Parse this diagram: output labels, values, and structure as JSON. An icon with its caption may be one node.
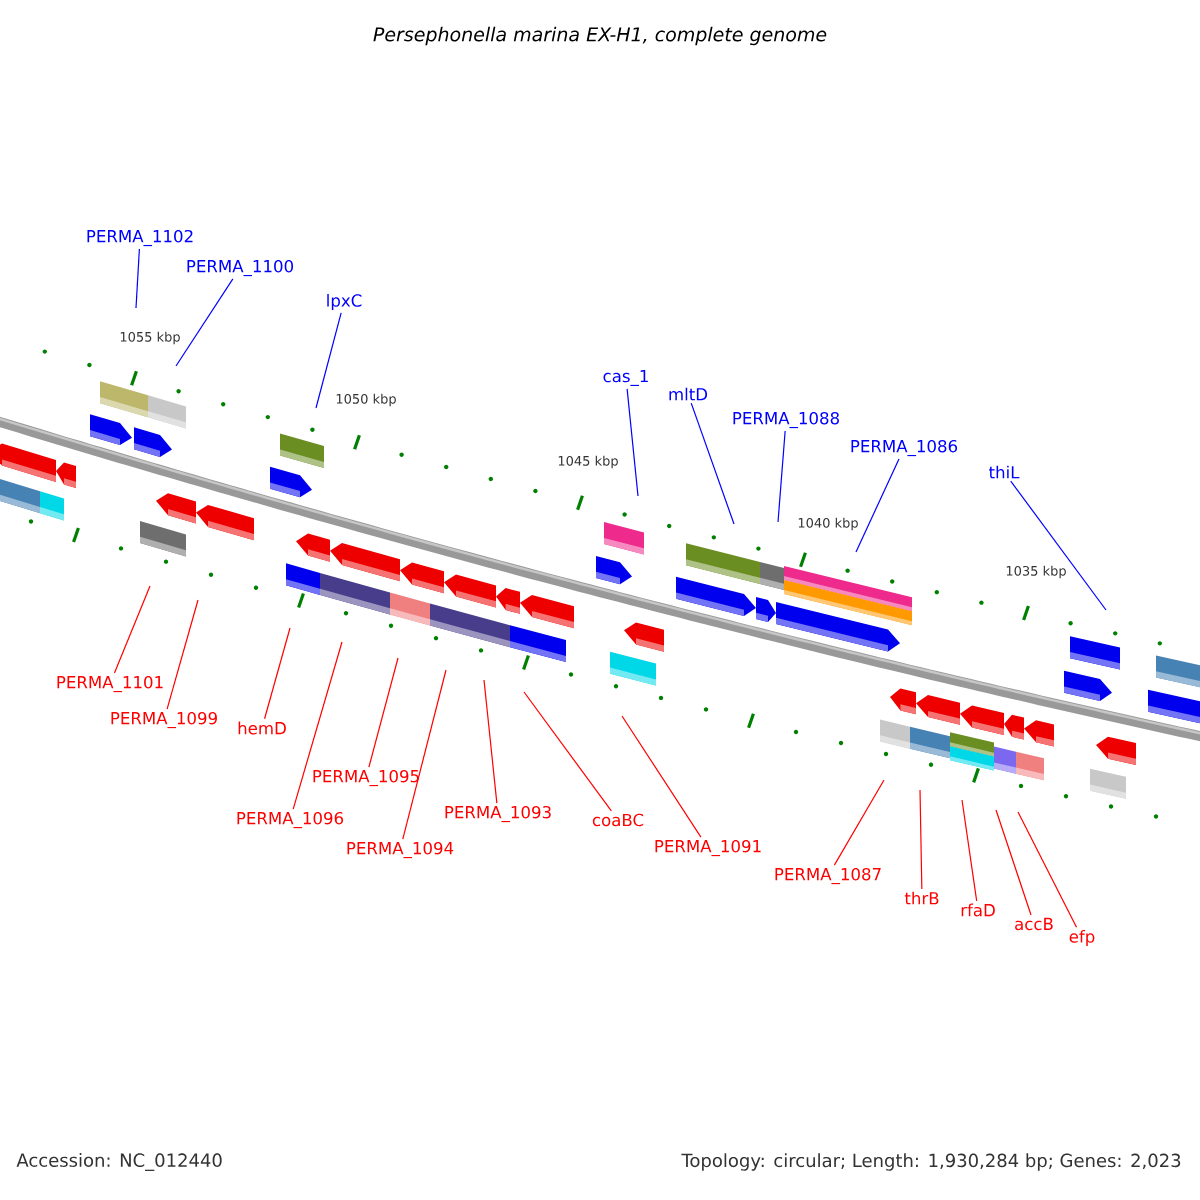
{
  "diagram": {
    "title": "Persephonella marina EX-H1, complete genome",
    "nodes": [
      {
        "text": [
          "PERMA_1102"
        ]
      },
      {
        "text": [
          "PERMA_1100"
        ]
      },
      {
        "text": [
          "lpxC"
        ]
      },
      {
        "text": [
          "cas_1"
        ]
      },
      {
        "text": [
          "mltD"
        ]
      },
      {
        "text": [
          "PERMA_1088"
        ]
      },
      {
        "text": [
          "PERMA_1086"
        ]
      },
      {
        "text": [
          "thiL"
        ]
      },
      {
        "text": [
          "PERMA_1101"
        ]
      },
      {
        "text": [
          "PERMA_1099"
        ]
      },
      {
        "text": [
          "hemD"
        ]
      },
      {
        "text": [
          "PERMA_1096"
        ]
      },
      {
        "text": [
          "PERMA_1095"
        ]
      },
      {
        "text": [
          "PERMA_1094"
        ]
      },
      {
        "text": [
          "PERMA_1093"
        ]
      },
      {
        "text": [
          "coaBC"
        ]
      },
      {
        "text": [
          "PERMA_1091"
        ]
      },
      {
        "text": [
          "PERMA_1087"
        ]
      },
      {
        "text": [
          "thrB"
        ]
      },
      {
        "text": [
          "rfaD"
        ]
      },
      {
        "text": [
          "accB"
        ]
      },
      {
        "text": [
          "efp"
        ]
      }
    ],
    "edges": [
      {
        "from": 0,
        "to": null,
        "arrow": "none",
        "color": "#0000ff"
      },
      {
        "from": 1,
        "to": null,
        "arrow": "none",
        "color": "#0000ff"
      },
      {
        "from": 2,
        "to": null,
        "arrow": "none",
        "color": "#0000ff"
      },
      {
        "from": 3,
        "to": null,
        "arrow": "none",
        "color": "#0000ff"
      },
      {
        "from": 4,
        "to": null,
        "arrow": "none",
        "color": "#0000ff"
      },
      {
        "from": 5,
        "to": null,
        "arrow": "none",
        "color": "#0000ff"
      },
      {
        "from": 6,
        "to": null,
        "arrow": "none",
        "color": "#0000ff"
      },
      {
        "from": 7,
        "to": null,
        "arrow": "none",
        "color": "#0000ff"
      },
      {
        "from": 8,
        "to": null,
        "arrow": "none"
      },
      {
        "from": 9,
        "to": null,
        "arrow": "none"
      },
      {
        "from": 10,
        "to": null,
        "arrow": "none"
      },
      {
        "from": 11,
        "to": null,
        "arrow": "none"
      },
      {
        "from": 12,
        "to": null,
        "arrow": "none"
      },
      {
        "from": 13,
        "to": null,
        "arrow": "none"
      },
      {
        "from": 14,
        "to": null,
        "arrow": "none"
      },
      {
        "from": 15,
        "to": null,
        "arrow": "none"
      },
      {
        "from": 16,
        "to": null,
        "arrow": "none"
      },
      {
        "from": 17,
        "to": null,
        "arrow": "none"
      },
      {
        "from": 18,
        "to": null,
        "arrow": "none"
      },
      {
        "from": 19,
        "to": null,
        "arrow": "none"
      },
      {
        "from": 20,
        "to": null,
        "arrow": "none"
      },
      {
        "from": 21,
        "to": null,
        "arrow": "none"
      }
    ],
    "labels": [
      "1055 kbp",
      "1050 kbp",
      "1045 kbp",
      "1040 kbp",
      "1035 kbp",
      "Accession: NC_012440",
      "Topology: circular; Length: 1,930,284 bp; Genes: 2,023"
    ]
  }
}
